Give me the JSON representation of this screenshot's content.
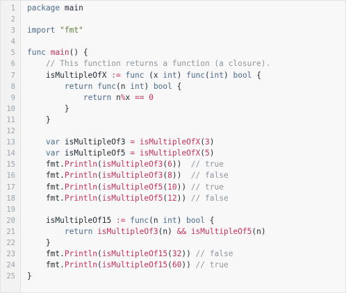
{
  "editor": {
    "lines": [
      {
        "n": "1",
        "tokens": [
          [
            "kw",
            "package"
          ],
          [
            "pl",
            " main"
          ]
        ]
      },
      {
        "n": "2",
        "tokens": []
      },
      {
        "n": "3",
        "tokens": [
          [
            "kw",
            "import"
          ],
          [
            "pl",
            " "
          ],
          [
            "str",
            "\"fmt\""
          ]
        ]
      },
      {
        "n": "4",
        "tokens": []
      },
      {
        "n": "5",
        "tokens": [
          [
            "kw",
            "func"
          ],
          [
            "pl",
            " "
          ],
          [
            "fn",
            "main"
          ],
          [
            "pl",
            "() {"
          ]
        ]
      },
      {
        "n": "6",
        "tokens": [
          [
            "cm",
            "    // This function returns a function (a closure)."
          ]
        ]
      },
      {
        "n": "7",
        "tokens": [
          [
            "pl",
            "    isMultipleOfX "
          ],
          [
            "op",
            ":="
          ],
          [
            "pl",
            " "
          ],
          [
            "kw",
            "func"
          ],
          [
            "pl",
            " (x "
          ],
          [
            "ty",
            "int"
          ],
          [
            "pl",
            ") "
          ],
          [
            "kw",
            "func"
          ],
          [
            "pl",
            "("
          ],
          [
            "ty",
            "int"
          ],
          [
            "pl",
            ") "
          ],
          [
            "ty",
            "bool"
          ],
          [
            "pl",
            " {"
          ]
        ]
      },
      {
        "n": "8",
        "tokens": [
          [
            "pl",
            "        "
          ],
          [
            "kw",
            "return"
          ],
          [
            "pl",
            " "
          ],
          [
            "kw",
            "func"
          ],
          [
            "pl",
            "(n "
          ],
          [
            "ty",
            "int"
          ],
          [
            "pl",
            ") "
          ],
          [
            "ty",
            "bool"
          ],
          [
            "pl",
            " {"
          ]
        ]
      },
      {
        "n": "9",
        "tokens": [
          [
            "pl",
            "            "
          ],
          [
            "kw",
            "return"
          ],
          [
            "pl",
            " n"
          ],
          [
            "op",
            "%"
          ],
          [
            "pl",
            "x "
          ],
          [
            "op",
            "=="
          ],
          [
            "pl",
            " "
          ],
          [
            "num",
            "0"
          ]
        ]
      },
      {
        "n": "10",
        "tokens": [
          [
            "pl",
            "        }"
          ]
        ]
      },
      {
        "n": "11",
        "tokens": [
          [
            "pl",
            "    }"
          ]
        ]
      },
      {
        "n": "12",
        "tokens": []
      },
      {
        "n": "13",
        "tokens": [
          [
            "pl",
            "    "
          ],
          [
            "kw",
            "var"
          ],
          [
            "pl",
            " isMultipleOf3 "
          ],
          [
            "op",
            "="
          ],
          [
            "pl",
            " "
          ],
          [
            "fn",
            "isMultipleOfX"
          ],
          [
            "pl",
            "("
          ],
          [
            "num",
            "3"
          ],
          [
            "pl",
            ")"
          ]
        ]
      },
      {
        "n": "14",
        "tokens": [
          [
            "pl",
            "    "
          ],
          [
            "kw",
            "var"
          ],
          [
            "pl",
            " isMultipleOf5 "
          ],
          [
            "op",
            "="
          ],
          [
            "pl",
            " "
          ],
          [
            "fn",
            "isMultipleOfX"
          ],
          [
            "pl",
            "("
          ],
          [
            "num",
            "5"
          ],
          [
            "pl",
            ")"
          ]
        ]
      },
      {
        "n": "15",
        "tokens": [
          [
            "pl",
            "    fmt."
          ],
          [
            "fn",
            "Println"
          ],
          [
            "pl",
            "("
          ],
          [
            "fn",
            "isMultipleOf3"
          ],
          [
            "pl",
            "("
          ],
          [
            "num",
            "6"
          ],
          [
            "pl",
            "))  "
          ],
          [
            "cm",
            "// true"
          ]
        ]
      },
      {
        "n": "16",
        "tokens": [
          [
            "pl",
            "    fmt."
          ],
          [
            "fn",
            "Println"
          ],
          [
            "pl",
            "("
          ],
          [
            "fn",
            "isMultipleOf3"
          ],
          [
            "pl",
            "("
          ],
          [
            "num",
            "8"
          ],
          [
            "pl",
            "))  "
          ],
          [
            "cm",
            "// false"
          ]
        ]
      },
      {
        "n": "17",
        "tokens": [
          [
            "pl",
            "    fmt."
          ],
          [
            "fn",
            "Println"
          ],
          [
            "pl",
            "("
          ],
          [
            "fn",
            "isMultipleOf5"
          ],
          [
            "pl",
            "("
          ],
          [
            "num",
            "10"
          ],
          [
            "pl",
            ")) "
          ],
          [
            "cm",
            "// true"
          ]
        ]
      },
      {
        "n": "18",
        "tokens": [
          [
            "pl",
            "    fmt."
          ],
          [
            "fn",
            "Println"
          ],
          [
            "pl",
            "("
          ],
          [
            "fn",
            "isMultipleOf5"
          ],
          [
            "pl",
            "("
          ],
          [
            "num",
            "12"
          ],
          [
            "pl",
            ")) "
          ],
          [
            "cm",
            "// false"
          ]
        ]
      },
      {
        "n": "19",
        "tokens": []
      },
      {
        "n": "20",
        "tokens": [
          [
            "pl",
            "    isMultipleOf15 "
          ],
          [
            "op",
            ":="
          ],
          [
            "pl",
            " "
          ],
          [
            "kw",
            "func"
          ],
          [
            "pl",
            "(n "
          ],
          [
            "ty",
            "int"
          ],
          [
            "pl",
            ") "
          ],
          [
            "ty",
            "bool"
          ],
          [
            "pl",
            " {"
          ]
        ]
      },
      {
        "n": "21",
        "tokens": [
          [
            "pl",
            "        "
          ],
          [
            "kw",
            "return"
          ],
          [
            "pl",
            " "
          ],
          [
            "fn",
            "isMultipleOf3"
          ],
          [
            "pl",
            "(n) "
          ],
          [
            "op",
            "&&"
          ],
          [
            "pl",
            " "
          ],
          [
            "fn",
            "isMultipleOf5"
          ],
          [
            "pl",
            "(n)"
          ]
        ]
      },
      {
        "n": "22",
        "tokens": [
          [
            "pl",
            "    }"
          ]
        ]
      },
      {
        "n": "23",
        "tokens": [
          [
            "pl",
            "    fmt."
          ],
          [
            "fn",
            "Println"
          ],
          [
            "pl",
            "("
          ],
          [
            "fn",
            "isMultipleOf15"
          ],
          [
            "pl",
            "("
          ],
          [
            "num",
            "32"
          ],
          [
            "pl",
            ")) "
          ],
          [
            "cm",
            "// false"
          ]
        ]
      },
      {
        "n": "24",
        "tokens": [
          [
            "pl",
            "    fmt."
          ],
          [
            "fn",
            "Println"
          ],
          [
            "pl",
            "("
          ],
          [
            "fn",
            "isMultipleOf15"
          ],
          [
            "pl",
            "("
          ],
          [
            "num",
            "60"
          ],
          [
            "pl",
            ")) "
          ],
          [
            "cm",
            "// true"
          ]
        ]
      },
      {
        "n": "25",
        "tokens": [
          [
            "pl",
            "}"
          ]
        ]
      }
    ]
  }
}
